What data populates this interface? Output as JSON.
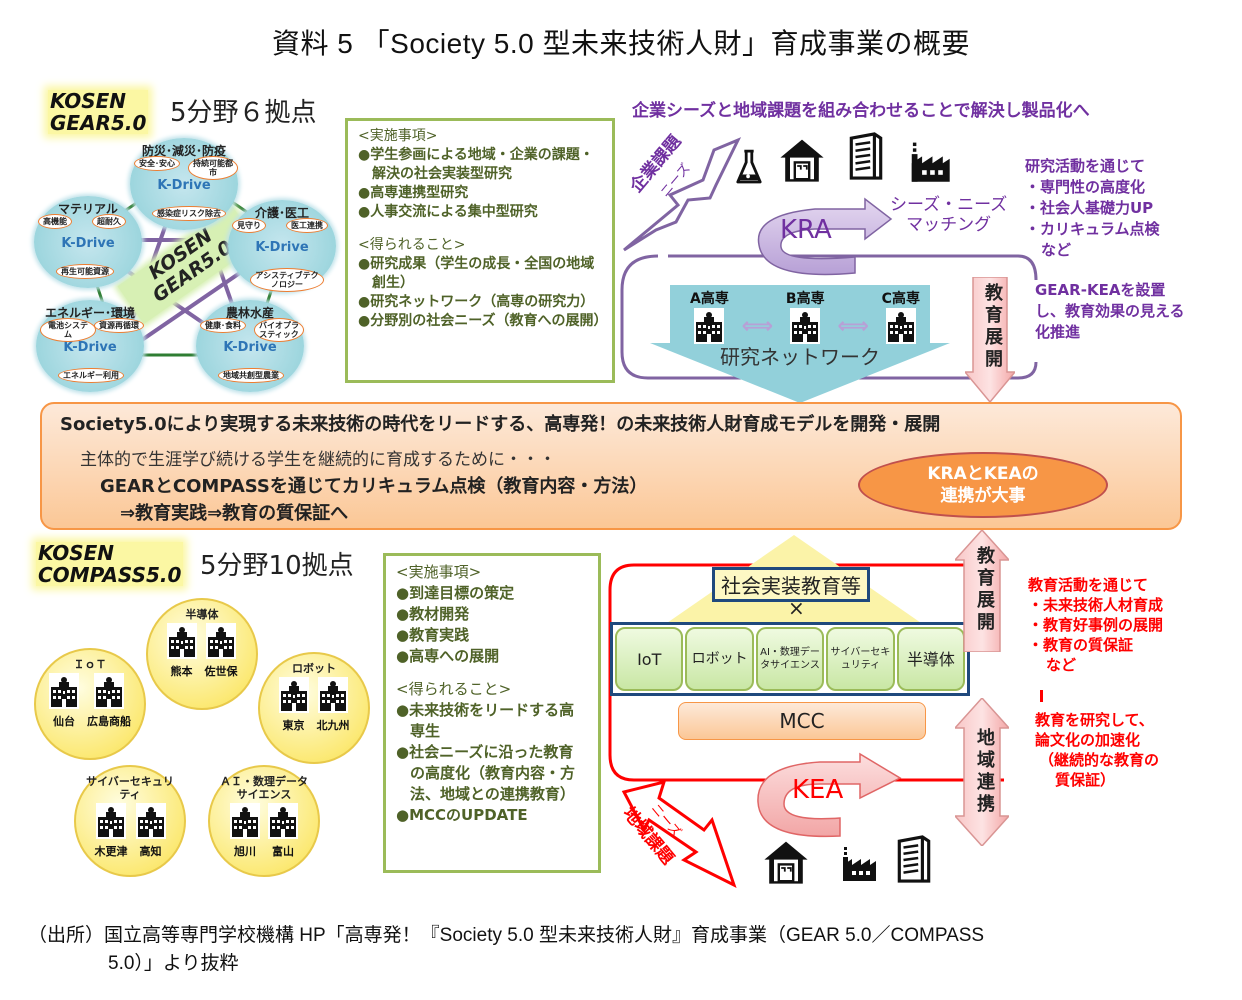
{
  "title": "資料 5 「Society 5.0 型未来技術人財」育成事業の概要",
  "gear": {
    "brand_line1": "KOSEN",
    "brand_line2": "GEAR5.0",
    "count": "5分野６拠点",
    "center_label_1": "KOSEN",
    "center_label_2": "GEAR5.0",
    "kdrive": "K-Drive",
    "fields": [
      {
        "name": "防災･減災･防疫",
        "items": [
          "安全･安心",
          "持続可能都市",
          "感染症リスク除去"
        ]
      },
      {
        "name": "介護･医工",
        "items": [
          "見守り",
          "医工連携",
          "アシスティブテクノロジー"
        ]
      },
      {
        "name": "農林水産",
        "items": [
          "健康･食料",
          "バイオプラスティック",
          "地域共創型農業"
        ]
      },
      {
        "name": "エネルギー･環境",
        "items": [
          "電池システム",
          "資源再循環",
          "エネルギー利用"
        ]
      },
      {
        "name": "マテリアル",
        "items": [
          "高機能",
          "超耐久",
          "再生可能資源"
        ]
      }
    ],
    "box": {
      "heading1": "<実施事項>",
      "items1": [
        "●学生参画による地域・企業の課題・解決の社会実装型研究",
        "●高専連携型研究",
        "●人事交流による集中型研究"
      ],
      "heading2": "<得られること>",
      "items2": [
        "●研究成果（学生の成長・全国の地域創生）",
        "●研究ネットワーク（高専の研究力）",
        "●分野別の社会ニーズ（教育への展開）"
      ]
    }
  },
  "kra": {
    "top_caption": "企業シーズと地域課題を組み合わせることで解決し製品化へ",
    "arrow_label_1": "企業課題",
    "arrow_label_2": "ニーズ",
    "cycle_label": "KRA",
    "matching_1": "シーズ・ニーズ",
    "matching_2": "マッチング",
    "research_notes": [
      "研究活動を通じて",
      "・専門性の高度化",
      "・社会人基礎力UP",
      "・カリキュラム点検",
      "など"
    ],
    "kea_note": "GEAR-KEAを設置し、教育効果の見える化推進",
    "schools": [
      "A高専",
      "B高専",
      "C高専"
    ],
    "network_label": "研究ネットワーク",
    "down_arrow_label": "教育展開",
    "icons": [
      "flask-icon",
      "house-icon",
      "office-building-icon",
      "factory-icon"
    ]
  },
  "center": {
    "headline": "Society5.0により実現する未来技術の時代をリードする、高専発！の未来技術人財育成モデルを開発・展開",
    "line2": "主体的で生涯学び続ける学生を継続的に育成するために・・・",
    "line3": "GEARとCOMPASSを通じてカリキュラム点検（教育内容・方法）",
    "line4": "⇒教育実践⇒教育の質保証へ",
    "badge_1": "KRAとKEAの",
    "badge_2": "連携が大事"
  },
  "compass": {
    "brand_line1": "KOSEN",
    "brand_line2": "COMPASS5.0",
    "count": "5分野10拠点",
    "fields": [
      {
        "name": "半導体",
        "schools": [
          "熊本",
          "佐世保"
        ]
      },
      {
        "name": "ＩｏＴ",
        "schools": [
          "仙台",
          "広島商船"
        ]
      },
      {
        "name": "ロボット",
        "schools": [
          "東京",
          "北九州"
        ]
      },
      {
        "name": "サイバーセキュリティ",
        "schools": [
          "木更津",
          "高知"
        ]
      },
      {
        "name": "ＡＩ・数理データサイエンス",
        "schools": [
          "旭川",
          "富山"
        ]
      }
    ],
    "box": {
      "heading1": "<実施事項>",
      "items1": [
        "●到達目標の策定",
        "●教材開発",
        "●教育実践",
        "●高専への展開"
      ],
      "heading2": "<得られること>",
      "items2": [
        "●未来技術をリードする高専生",
        "●社会ニーズに沿った教育の高度化（教育内容・方法、地域との連携教育）",
        "●MCCのUPDATE"
      ]
    }
  },
  "kea": {
    "top_label": "社会実装教育等",
    "times": "×",
    "chips": [
      "IoT",
      "ロボット",
      "AI・数理データサイエンス",
      "サイバーセキュリティ",
      "半導体"
    ],
    "mcc": "MCC",
    "up_arrow_label": "教育展開",
    "updown_arrow_label": "地域連携",
    "cycle_label": "KEA",
    "arrow_label_1": "地域課題",
    "arrow_label_2": "ニーズ",
    "edu_notes": [
      "教育活動を通じて",
      "・未来技術人材育成",
      "・教育好事例の展開",
      "・教育の質保証",
      "など"
    ],
    "research_notes": [
      "教育を研究して、",
      "論文化の加速化",
      "（継続的な教育の",
      "質保証）"
    ],
    "icons": [
      "house-icon",
      "factory-icon",
      "office-building-icon"
    ]
  },
  "source": {
    "line1": "（出所）国立高等専門学校機構 HP「高専発！『Society 5.0 型未来技術人財』育成事業（GEAR 5.0／COMPASS",
    "line2": "5.0）」より抜粋"
  },
  "colors": {
    "purple": "#7030a0",
    "red": "#ff0000",
    "green_border": "#9bbb59",
    "green_text": "#4f6228",
    "orange": "#f79646",
    "teal": "#8fd0d8",
    "yellow": "#fbe76a"
  }
}
